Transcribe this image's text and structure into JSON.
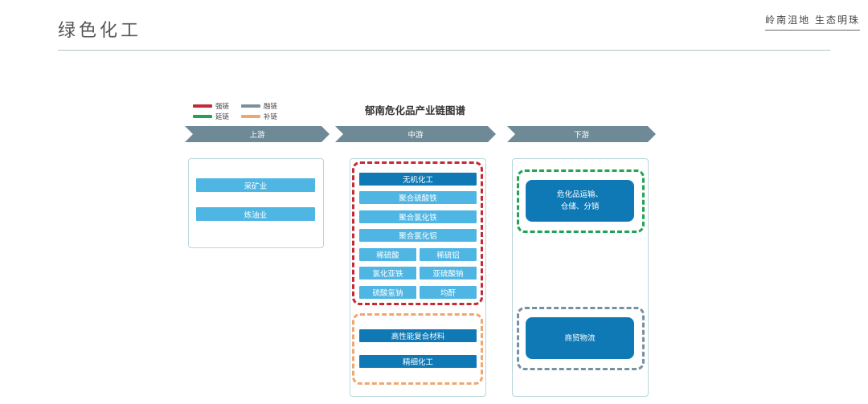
{
  "header": {
    "title": "绿色化工",
    "brand": "岭南沮地 生态明珠"
  },
  "legend": [
    {
      "label": "强链",
      "color": "#c42a35"
    },
    {
      "label": "融链",
      "color": "#7891a0"
    },
    {
      "label": "延链",
      "color": "#21a356"
    },
    {
      "label": "补链",
      "color": "#efa76d"
    }
  ],
  "diagram": {
    "title": "郁南危化品产业链图谱",
    "stages": [
      "上游",
      "中游",
      "下游"
    ],
    "upstream": {
      "items": [
        "采矿业",
        "炼油业"
      ]
    },
    "midstream": {
      "strong": {
        "header": "无机化工",
        "wide": [
          "聚合硫酸铁",
          "聚合氯化铁",
          "聚合氯化铝"
        ],
        "pairs": [
          [
            "稀硫酸",
            "稀硫铝"
          ],
          [
            "氯化亚铁",
            "亚硫酸钠"
          ],
          [
            "硫酸氢钠",
            "均酐"
          ]
        ]
      },
      "supplement": {
        "items": [
          "高性能复合材料",
          "精细化工"
        ]
      }
    },
    "downstream": {
      "extend": {
        "line1": "危化品运输、",
        "line2": "仓储、分销"
      },
      "merge": {
        "label": "商贸物流"
      }
    }
  }
}
